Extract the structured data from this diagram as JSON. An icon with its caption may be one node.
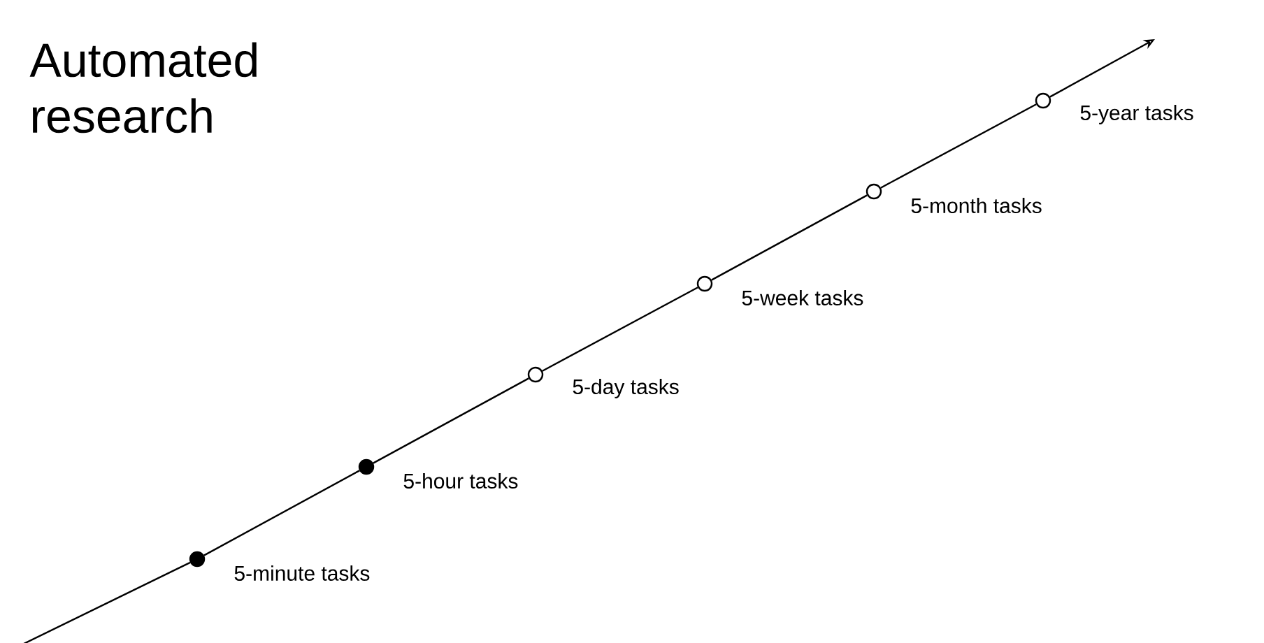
{
  "diagram": {
    "title": "Automated research",
    "nodes": [
      {
        "text": [],
        "shape": "dot",
        "beside": [
          "5-minute tasks"
        ]
      },
      {
        "text": [],
        "shape": "dot",
        "beside": [
          "5-hour tasks"
        ]
      },
      {
        "text": [],
        "shape": "circle",
        "beside": [
          "5-day tasks"
        ]
      },
      {
        "text": [],
        "shape": "circle",
        "beside": [
          "5-week tasks"
        ]
      },
      {
        "text": [],
        "shape": "circle",
        "beside": [
          "5-month tasks"
        ]
      },
      {
        "text": [],
        "shape": "circle",
        "beside": [
          "5-year tasks"
        ]
      }
    ],
    "edges": [
      {
        "from": null,
        "to": 0,
        "arrow": "none"
      },
      {
        "from": 0,
        "to": 1,
        "arrow": "none"
      },
      {
        "from": 1,
        "to": 2,
        "arrow": "none"
      },
      {
        "from": 2,
        "to": 3,
        "arrow": "none"
      },
      {
        "from": 3,
        "to": 4,
        "arrow": "none"
      },
      {
        "from": 4,
        "to": 5,
        "arrow": "none"
      },
      {
        "from": 5,
        "to": null,
        "arrow": "to"
      }
    ]
  }
}
